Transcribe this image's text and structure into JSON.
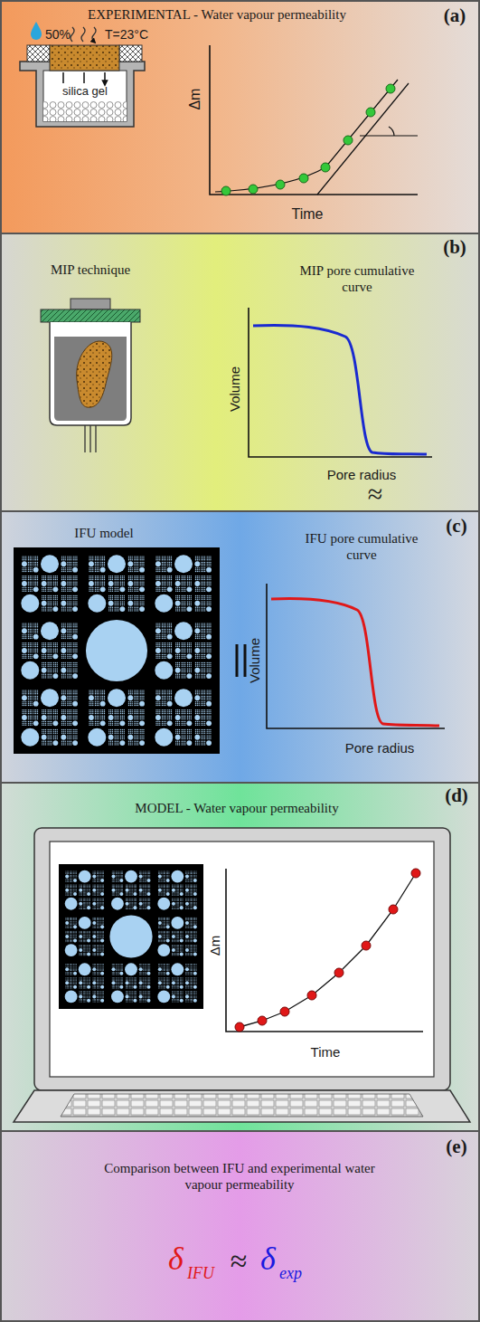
{
  "diagram": {
    "nodes": [
      {
        "text": [
          "EXPERIMENTAL - Water vapour permeability",
          "(a)",
          "50%",
          "T=23°C",
          "silica gel",
          "Δm",
          "Time"
        ]
      },
      {
        "text": [
          "MIP technique",
          "MIP pore cumulative curve",
          "(b)",
          "Volume",
          "Pore radius"
        ]
      },
      {
        "text": [
          "IFU model",
          "IFU pore cumulative curve",
          "(c)",
          "Volume",
          "Pore radius"
        ]
      },
      {
        "text": [
          "MODEL - Water vapour permeability",
          "(d)",
          "Δm",
          "Time"
        ]
      },
      {
        "text": [
          "Comparison between IFU and experimental water vapour permeability",
          "(e)",
          "δ",
          "IFU",
          "≈",
          "δ",
          "exp"
        ]
      }
    ],
    "labels": [
      "≈"
    ]
  }
}
